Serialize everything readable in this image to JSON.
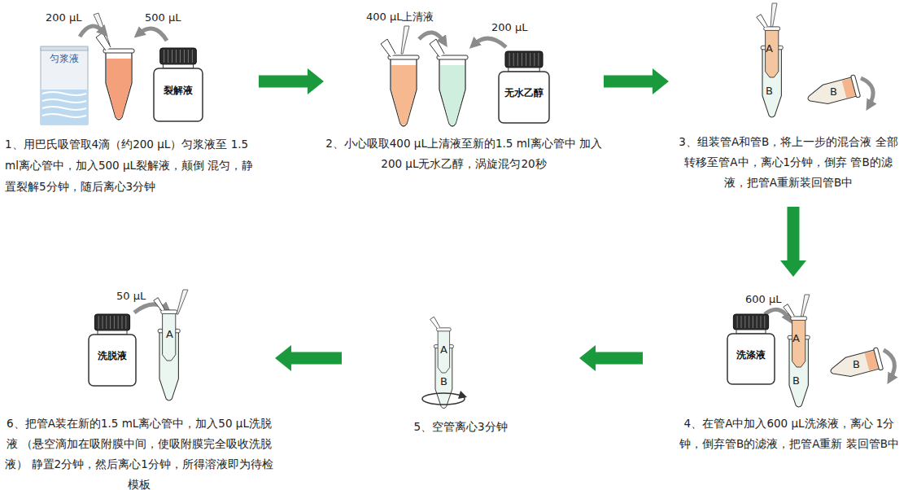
{
  "diagram": {
    "nodes": [
      {
        "text": [
          "1、用巴氏吸管取4滴（约200 µL）匀浆液至 1.5 ml离心管中，加入500 µL裂解液，颠倒 混匀，静置裂解5分钟，随后离心3分钟"
        ]
      },
      {
        "text": [
          "匀浆液"
        ],
        "in": 0
      },
      {
        "text": [
          "裂解液"
        ],
        "in": 0
      },
      {
        "text": [
          "2、小心吸取400 µL上清液至新的1.5 ml离心管中 加入200 µL无水乙醇，涡旋混匀20秒"
        ]
      },
      {
        "text": [
          "无水乙醇"
        ],
        "in": 3
      },
      {
        "text": [
          "3、组装管A和管B，将上一步的混合液 全部转移至管A中，离心1分钟，倒弃 管B的滤液，把管A重新装回管B中"
        ]
      },
      {
        "text": [
          "4、在管A中加入600 µL洗涤液，离心 1分钟，倒弃管B的滤液，把管A重新 装回管B中"
        ]
      },
      {
        "text": [
          "洗涤液"
        ],
        "in": 6
      },
      {
        "text": [
          "5、空管离心3分钟"
        ]
      },
      {
        "text": [
          "6、把管A装在新的1.5 mL离心管中，加入50 µL洗脱液 （悬空滴加在吸附膜中间，使吸附膜完全吸收洗脱液） 静置2分钟，然后离心1分钟，所得溶液即为待检模板"
        ]
      },
      {
        "text": [
          "洗脱液"
        ],
        "in": 9
      }
    ],
    "edges": [
      {
        "from": 0,
        "to": 3,
        "arrow": "to"
      },
      {
        "from": 3,
        "to": 5,
        "arrow": "to"
      },
      {
        "from": 5,
        "to": 6,
        "arrow": "to"
      },
      {
        "from": 6,
        "to": 8,
        "arrow": "to"
      },
      {
        "from": 8,
        "to": 9,
        "arrow": "to"
      }
    ],
    "labels": [
      "200 µL",
      "500 µL",
      "400 µL上清液",
      "200 µL",
      "A",
      "B",
      "B",
      "600 µL",
      "A",
      "B",
      "B",
      "A",
      "B",
      "50 µL",
      "A"
    ]
  }
}
